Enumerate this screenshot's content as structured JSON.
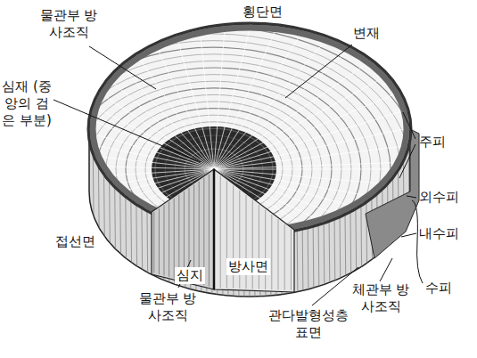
{
  "diagram": {
    "labels": [
      "물관부 방사조직",
      "횡단면",
      "변재",
      "심재 (중앙의 검은 부분)",
      "주피",
      "외수피",
      "내수피",
      "수피",
      "접선면",
      "심지",
      "방사면",
      "물관부 방사조직",
      "체관부 방사조직",
      "관다발형성층 표면"
    ]
  }
}
